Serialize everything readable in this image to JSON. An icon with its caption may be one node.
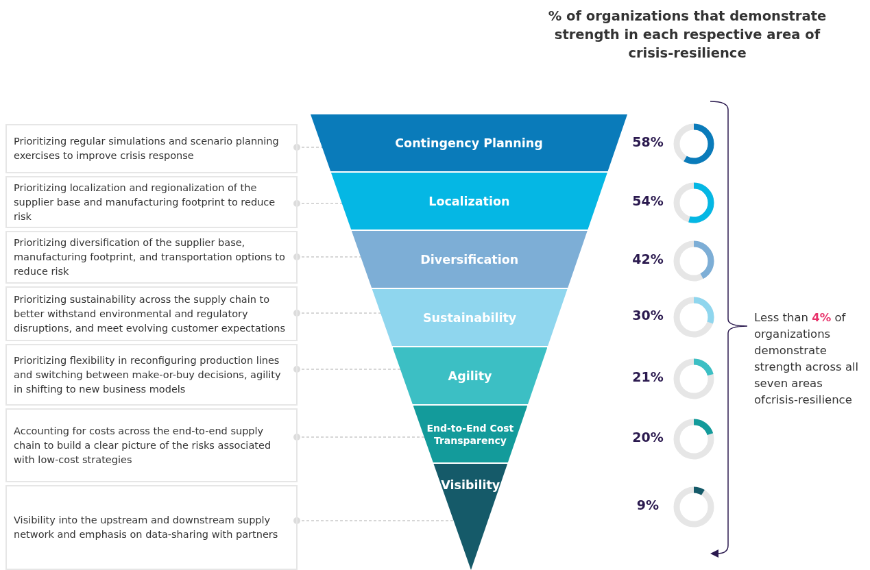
{
  "diagram": {
    "title": "% of organizations that demonstrate strength in each respective area of crisis-resilience",
    "nodes": [
      {
        "text": [
          "Prioritizing regular simulations and scenario planning exercises to improve crisis response"
        ]
      },
      {
        "text": [
          "Prioritizing localization and regionalization of the supplier base and manufacturing footprint to reduce risk"
        ]
      },
      {
        "text": [
          "Prioritizing diversification of the supplier base, manufacturing footprint, and transportation options to reduce risk"
        ]
      },
      {
        "text": [
          "Prioritizing sustainability across the supply chain to better withstand environmental and regulatory disruptions, and meet evolving customer expectations"
        ]
      },
      {
        "text": [
          "Prioritizing flexibility in reconfiguring production lines and switching between make-or-buy decisions, agility in shifting to new business models"
        ]
      },
      {
        "text": [
          "Accounting for costs across the end-to-end supply chain to build a clear picture of the risks associated with low-cost strategies"
        ]
      },
      {
        "text": [
          "Visibility into the upstream and downstream supply network and emphasis on data-sharing with partners"
        ]
      },
      {
        "text": [
          "Contingency Planning"
        ]
      },
      {
        "text": [
          "Localization"
        ]
      },
      {
        "text": [
          "Diversification"
        ]
      },
      {
        "text": [
          "Sustainability"
        ]
      },
      {
        "text": [
          "Agility"
        ]
      },
      {
        "text": [
          "End-to-End Cost Transparency"
        ]
      },
      {
        "text": [
          "Visibility"
        ]
      }
    ],
    "edges": [
      {
        "from": 0,
        "to": 7,
        "arrow": "other",
        "style": "dashed"
      },
      {
        "from": 1,
        "to": 8,
        "arrow": "other",
        "style": "dashed"
      },
      {
        "from": 2,
        "to": 9,
        "arrow": "other",
        "style": "dashed"
      },
      {
        "from": 3,
        "to": 10,
        "arrow": "other",
        "style": "dashed"
      },
      {
        "from": 4,
        "to": 11,
        "arrow": "other",
        "style": "dashed"
      },
      {
        "from": 5,
        "to": 12,
        "arrow": "other",
        "style": "dashed"
      },
      {
        "from": 6,
        "to": 13,
        "arrow": "other",
        "style": "dashed"
      }
    ],
    "labels": [
      "58%",
      "54%",
      "42%",
      "30%",
      "21%",
      "20%",
      "9%",
      "Less than **4%** of organizations demonstrate strength across all seven areas ofcrisis-resilience"
    ]
  }
}
